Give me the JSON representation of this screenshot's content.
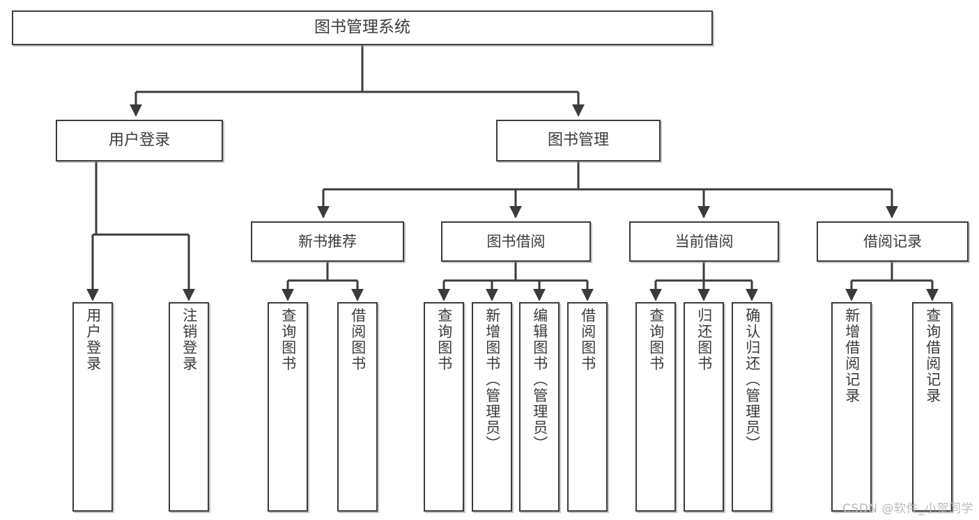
{
  "diagram": {
    "title": "图书管理系统",
    "type": "tree",
    "watermark": "CSDN @软件_小贺同学",
    "colors": {
      "background": "#ffffff",
      "node_fill": "#ffffff",
      "node_border": "#3b3b3b",
      "edge": "#3b3b3b",
      "text": "#3a3a3a",
      "watermark": "#b9b9b9"
    },
    "root": {
      "label": "图书管理系统"
    },
    "level1": [
      {
        "label": "用户登录"
      },
      {
        "label": "图书管理"
      }
    ],
    "level2": [
      {
        "label": "新书推荐"
      },
      {
        "label": "图书借阅"
      },
      {
        "label": "当前借阅"
      },
      {
        "label": "借阅记录"
      }
    ],
    "leaves": {
      "user_login": [
        {
          "label": "用户登录"
        },
        {
          "label": "注销登录"
        }
      ],
      "new_book_recommend": [
        {
          "label": "查询图书"
        },
        {
          "label": "借阅图书"
        }
      ],
      "book_borrow": [
        {
          "label": "查询图书"
        },
        {
          "label": "新增图书（管理员）"
        },
        {
          "label": "编辑图书（管理员）"
        },
        {
          "label": "借阅图书"
        }
      ],
      "current_borrow": [
        {
          "label": "查询图书"
        },
        {
          "label": "归还图书"
        },
        {
          "label": "确认归还（管理员）"
        }
      ],
      "borrow_record": [
        {
          "label": "新增借阅记录"
        },
        {
          "label": "查询借阅记录"
        }
      ]
    }
  }
}
